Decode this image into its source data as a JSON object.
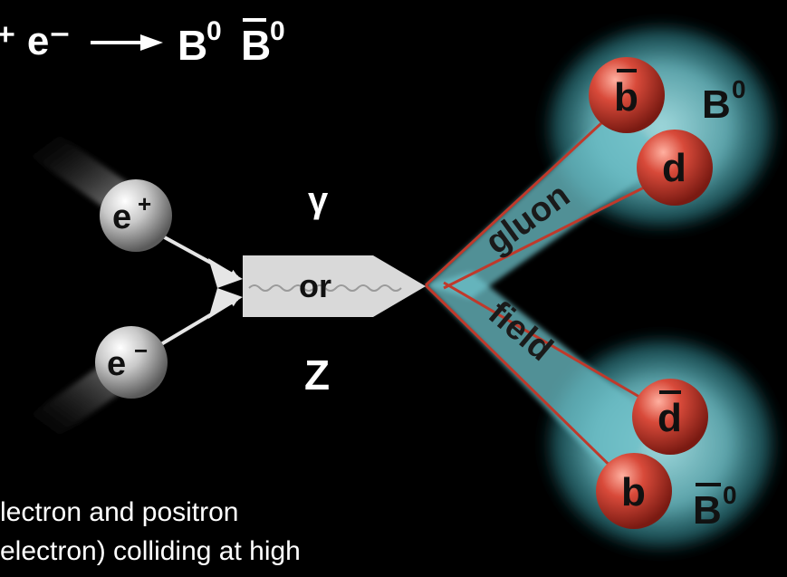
{
  "equation": {
    "left": "e⁺ e⁻",
    "arrow": "→",
    "b0": "B",
    "b0_sup": "0",
    "b0bar": "B",
    "b0bar_sup": "0"
  },
  "particles": {
    "positron": "e",
    "positron_charge": "+",
    "electron": "e",
    "electron_charge": "−"
  },
  "mediator": {
    "gamma": "γ",
    "or": "or",
    "z": "Z"
  },
  "field_labels": {
    "upper": "gluon",
    "lower": "field"
  },
  "quarks": {
    "b_bar": "b",
    "d": "d",
    "d_bar": "d",
    "b": "b"
  },
  "mesons": {
    "upper": "B",
    "upper_sup": "0",
    "lower": "B",
    "lower_sup": "0"
  },
  "caption": {
    "line1": "lectron and positron",
    "line2": "electron) colliding at high"
  },
  "colors": {
    "background": "#000000",
    "quark_red": "#c93a30",
    "meson_cloud": "#7fcfd6",
    "gluon_line": "#c0392b",
    "text_white": "#ffffff",
    "text_dark": "#111111",
    "box_gray": "#d9d9d9"
  }
}
